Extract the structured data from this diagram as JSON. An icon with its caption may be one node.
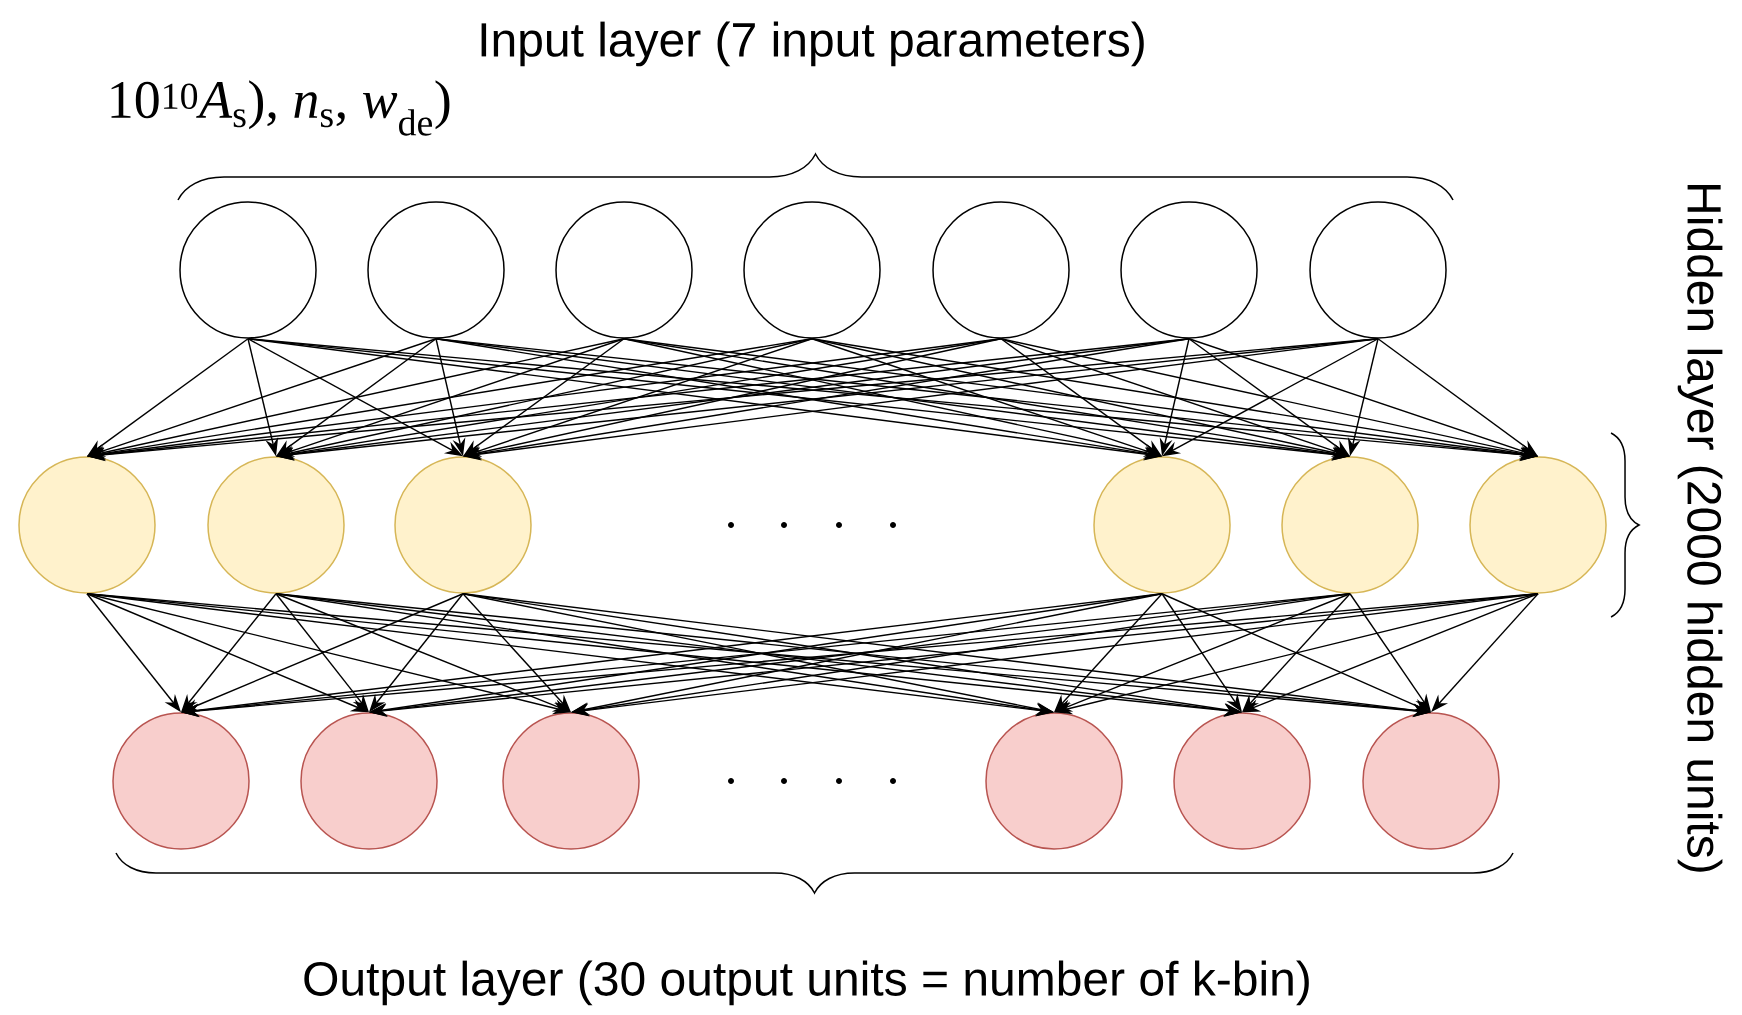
{
  "diagram": {
    "nodes": [
      {
        "text": [],
        "shape": "circle"
      },
      {
        "text": [],
        "shape": "circle"
      },
      {
        "text": [],
        "shape": "circle"
      },
      {
        "text": [],
        "shape": "circle"
      },
      {
        "text": [],
        "shape": "circle"
      },
      {
        "text": [],
        "shape": "circle"
      },
      {
        "text": [],
        "shape": "circle"
      },
      {
        "text": [],
        "shape": "circle"
      },
      {
        "text": [],
        "shape": "circle"
      },
      {
        "text": [],
        "shape": "circle"
      },
      {
        "text": [],
        "shape": "circle"
      },
      {
        "text": [],
        "shape": "circle"
      },
      {
        "text": [],
        "shape": "circle"
      },
      {
        "text": [],
        "shape": "circle"
      },
      {
        "text": [],
        "shape": "circle"
      },
      {
        "text": [],
        "shape": "circle"
      },
      {
        "text": [],
        "shape": "circle"
      },
      {
        "text": [],
        "shape": "circle"
      },
      {
        "text": [],
        "shape": "circle"
      }
    ],
    "edges": [
      {
        "from": 0,
        "to": 7,
        "arrow": "to"
      },
      {
        "from": 0,
        "to": 8,
        "arrow": "to"
      },
      {
        "from": 0,
        "to": 9,
        "arrow": "to"
      },
      {
        "from": 0,
        "to": 10,
        "arrow": "to"
      },
      {
        "from": 0,
        "to": 11,
        "arrow": "to"
      },
      {
        "from": 0,
        "to": 12,
        "arrow": "to"
      },
      {
        "from": 1,
        "to": 7,
        "arrow": "to"
      },
      {
        "from": 1,
        "to": 8,
        "arrow": "to"
      },
      {
        "from": 1,
        "to": 9,
        "arrow": "to"
      },
      {
        "from": 1,
        "to": 10,
        "arrow": "to"
      },
      {
        "from": 1,
        "to": 11,
        "arrow": "to"
      },
      {
        "from": 1,
        "to": 12,
        "arrow": "to"
      },
      {
        "from": 2,
        "to": 7,
        "arrow": "to"
      },
      {
        "from": 2,
        "to": 8,
        "arrow": "to"
      },
      {
        "from": 2,
        "to": 9,
        "arrow": "to"
      },
      {
        "from": 2,
        "to": 10,
        "arrow": "to"
      },
      {
        "from": 2,
        "to": 11,
        "arrow": "to"
      },
      {
        "from": 2,
        "to": 12,
        "arrow": "to"
      },
      {
        "from": 3,
        "to": 7,
        "arrow": "to"
      },
      {
        "from": 3,
        "to": 8,
        "arrow": "to"
      },
      {
        "from": 3,
        "to": 9,
        "arrow": "to"
      },
      {
        "from": 3,
        "to": 10,
        "arrow": "to"
      },
      {
        "from": 3,
        "to": 11,
        "arrow": "to"
      },
      {
        "from": 3,
        "to": 12,
        "arrow": "to"
      },
      {
        "from": 4,
        "to": 7,
        "arrow": "to"
      },
      {
        "from": 4,
        "to": 8,
        "arrow": "to"
      },
      {
        "from": 4,
        "to": 9,
        "arrow": "to"
      },
      {
        "from": 4,
        "to": 10,
        "arrow": "to"
      },
      {
        "from": 4,
        "to": 11,
        "arrow": "to"
      },
      {
        "from": 4,
        "to": 12,
        "arrow": "to"
      },
      {
        "from": 5,
        "to": 7,
        "arrow": "to"
      },
      {
        "from": 5,
        "to": 8,
        "arrow": "to"
      },
      {
        "from": 5,
        "to": 9,
        "arrow": "to"
      },
      {
        "from": 5,
        "to": 10,
        "arrow": "to"
      },
      {
        "from": 5,
        "to": 11,
        "arrow": "to"
      },
      {
        "from": 5,
        "to": 12,
        "arrow": "to"
      },
      {
        "from": 6,
        "to": 7,
        "arrow": "to"
      },
      {
        "from": 6,
        "to": 8,
        "arrow": "to"
      },
      {
        "from": 6,
        "to": 9,
        "arrow": "to"
      },
      {
        "from": 6,
        "to": 10,
        "arrow": "to"
      },
      {
        "from": 6,
        "to": 11,
        "arrow": "to"
      },
      {
        "from": 6,
        "to": 12,
        "arrow": "to"
      },
      {
        "from": 7,
        "to": 13,
        "arrow": "to"
      },
      {
        "from": 7,
        "to": 14,
        "arrow": "to"
      },
      {
        "from": 7,
        "to": 15,
        "arrow": "to"
      },
      {
        "from": 7,
        "to": 16,
        "arrow": "to"
      },
      {
        "from": 7,
        "to": 17,
        "arrow": "to"
      },
      {
        "from": 7,
        "to": 18,
        "arrow": "to"
      },
      {
        "from": 8,
        "to": 13,
        "arrow": "to"
      },
      {
        "from": 8,
        "to": 14,
        "arrow": "to"
      },
      {
        "from": 8,
        "to": 15,
        "arrow": "to"
      },
      {
        "from": 8,
        "to": 16,
        "arrow": "to"
      },
      {
        "from": 8,
        "to": 17,
        "arrow": "to"
      },
      {
        "from": 8,
        "to": 18,
        "arrow": "to"
      },
      {
        "from": 9,
        "to": 13,
        "arrow": "to"
      },
      {
        "from": 9,
        "to": 14,
        "arrow": "to"
      },
      {
        "from": 9,
        "to": 15,
        "arrow": "to"
      },
      {
        "from": 9,
        "to": 16,
        "arrow": "to"
      },
      {
        "from": 9,
        "to": 17,
        "arrow": "to"
      },
      {
        "from": 9,
        "to": 18,
        "arrow": "to"
      },
      {
        "from": 10,
        "to": 13,
        "arrow": "to"
      },
      {
        "from": 10,
        "to": 14,
        "arrow": "to"
      },
      {
        "from": 10,
        "to": 15,
        "arrow": "to"
      },
      {
        "from": 10,
        "to": 16,
        "arrow": "to"
      },
      {
        "from": 10,
        "to": 17,
        "arrow": "to"
      },
      {
        "from": 10,
        "to": 18,
        "arrow": "to"
      },
      {
        "from": 11,
        "to": 13,
        "arrow": "to"
      },
      {
        "from": 11,
        "to": 14,
        "arrow": "to"
      },
      {
        "from": 11,
        "to": 15,
        "arrow": "to"
      },
      {
        "from": 11,
        "to": 16,
        "arrow": "to"
      },
      {
        "from": 11,
        "to": 17,
        "arrow": "to"
      },
      {
        "from": 11,
        "to": 18,
        "arrow": "to"
      },
      {
        "from": 12,
        "to": 13,
        "arrow": "to"
      },
      {
        "from": 12,
        "to": 14,
        "arrow": "to"
      },
      {
        "from": 12,
        "to": 15,
        "arrow": "to"
      },
      {
        "from": 12,
        "to": 16,
        "arrow": "to"
      },
      {
        "from": 12,
        "to": 17,
        "arrow": "to"
      },
      {
        "from": 12,
        "to": 18,
        "arrow": "to"
      }
    ],
    "labels": [
      "Input layer (7 input parameters)",
      "10$^{10}$*A*$_{s}$), *n*$_{s}$, *w*$_{de}$)",
      "Hidden layer (2000 hidden units)",
      "Output layer (30 output units = number of k-bin)"
    ]
  }
}
